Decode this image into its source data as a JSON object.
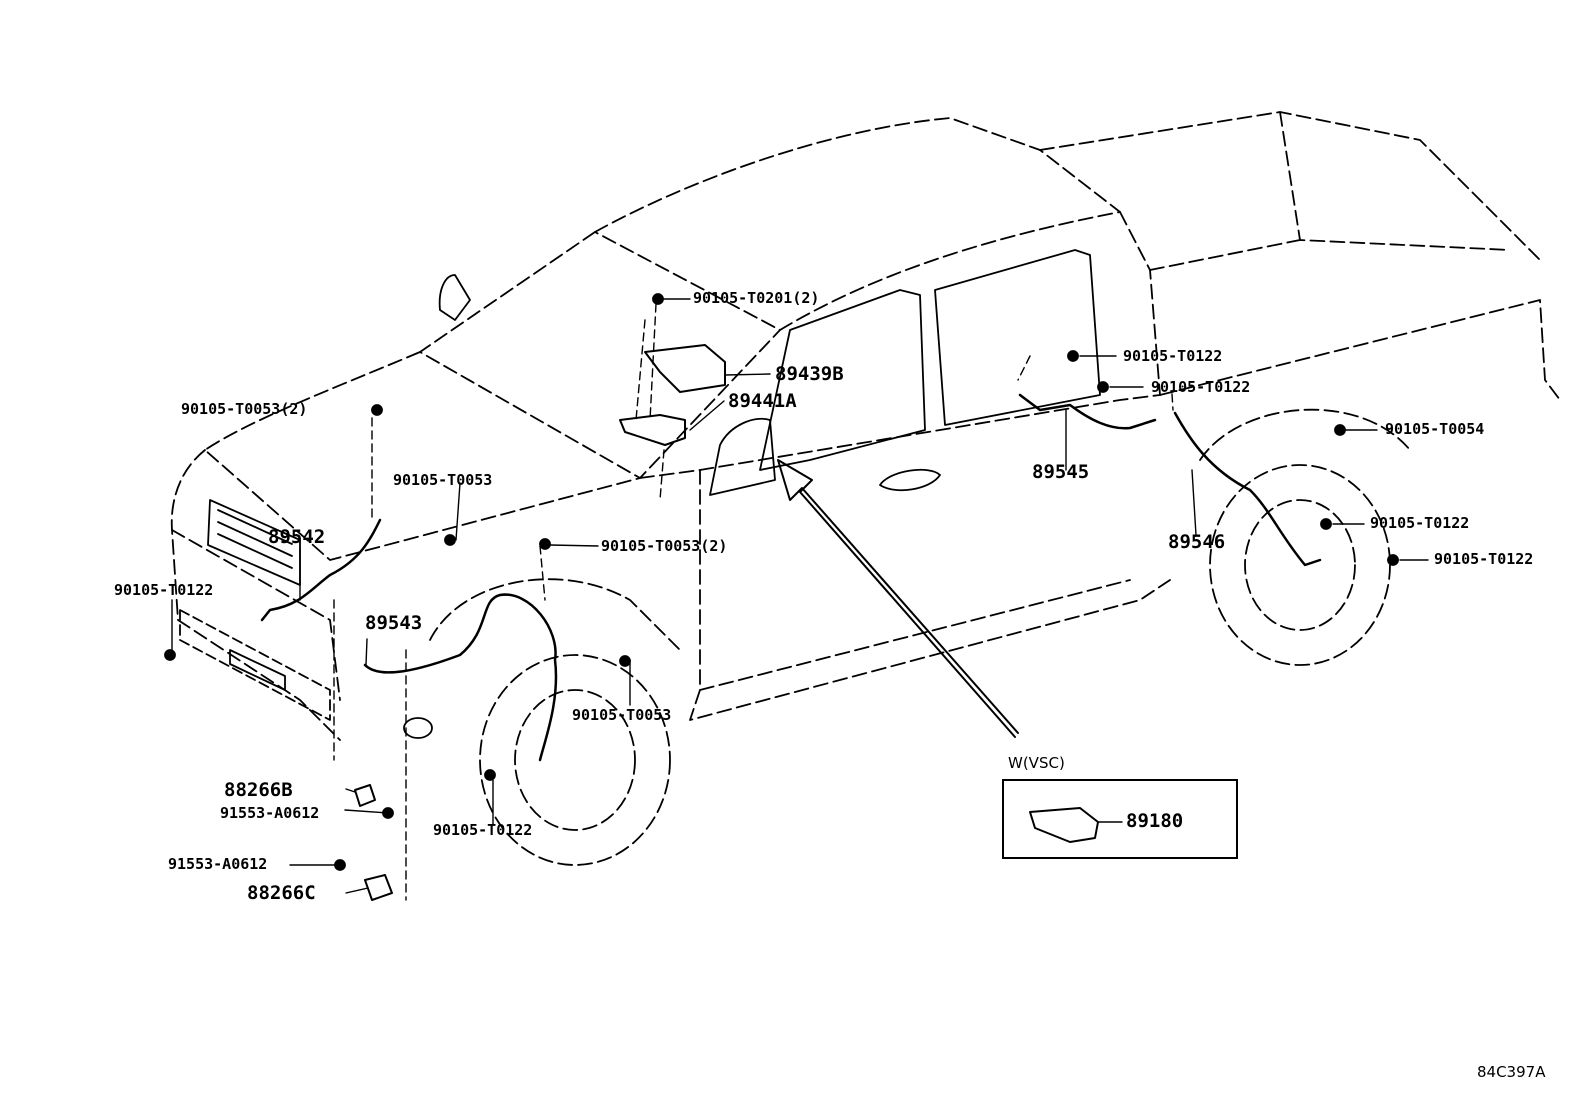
{
  "parts": {
    "p_90105_T0201": "90105-T0201(2)",
    "p_89439B": "89439B",
    "p_89441A": "89441A",
    "p_90105_T0053_2_top": "90105-T0053(2)",
    "p_90105_T0053_a": "90105-T0053",
    "p_90105_T0053_2_mid": "90105-T0053(2)",
    "p_89542": "89542",
    "p_90105_T0122_left": "90105-T0122",
    "p_89543": "89543",
    "p_90105_T0053_b": "90105-T0053",
    "p_88266B": "88266B",
    "p_91553_A0612_a": "91553-A0612",
    "p_90105_T0122_bottom": "90105-T0122",
    "p_91553_A0612_b": "91553-A0612",
    "p_88266C": "88266C",
    "p_90105_T0122_r1": "90105-T0122",
    "p_90105_T0122_r2": "90105-T0122",
    "p_89545": "89545",
    "p_90105_T0054": "90105-T0054",
    "p_90105_T0122_r3": "90105-T0122",
    "p_89546": "89546",
    "p_90105_T0122_r4": "90105-T0122",
    "p_89180": "89180"
  },
  "inset": {
    "title": "W(VSC)"
  },
  "diagram_code": "84C397A"
}
